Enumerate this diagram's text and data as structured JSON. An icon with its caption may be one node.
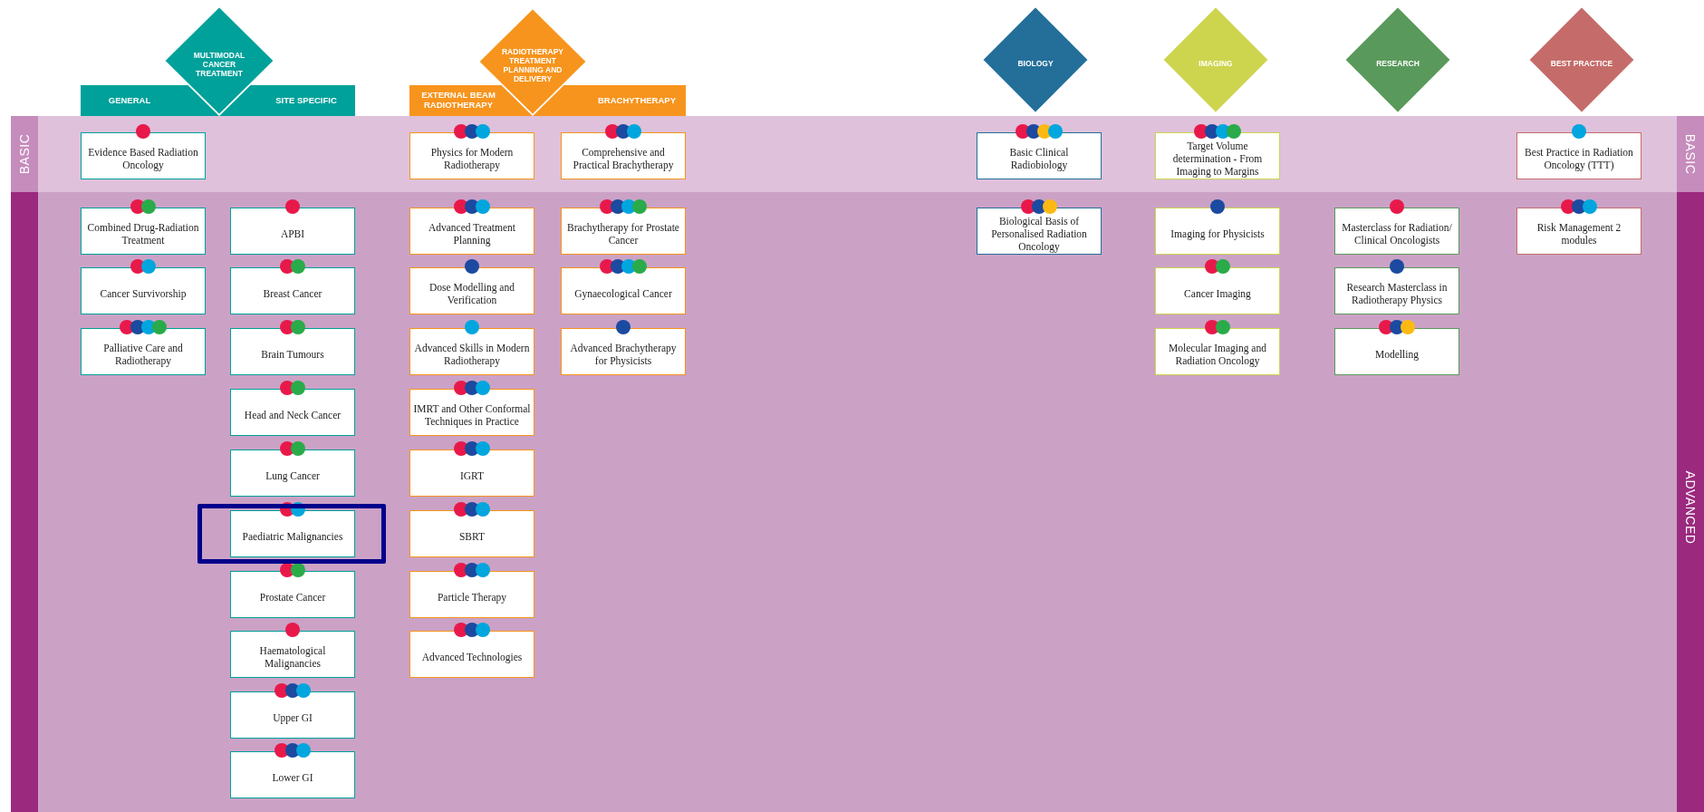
{
  "diagram": {
    "nodes": [
      {
        "text": [
          "MULTIMODAL CANCER TREATMENT"
        ]
      },
      {
        "text": [
          "GENERAL",
          "SITE SPECIFIC"
        ]
      },
      {
        "text": [
          "RADIOTHERAPY TREATMENT PLANNING AND DELIVERY"
        ]
      },
      {
        "text": [
          "EXTERNAL BEAM RADIOTHERAPY",
          "BRACHYTHERAPY"
        ]
      },
      {
        "text": [
          "BIOLOGY"
        ]
      },
      {
        "text": [
          "IMAGING"
        ]
      },
      {
        "text": [
          "RESEARCH"
        ]
      },
      {
        "text": [
          "BEST PRACTICE"
        ]
      },
      {
        "text": [
          "Evidence Based Radiation Oncology"
        ]
      },
      {
        "text": [
          "Physics for Modern Radiotherapy"
        ]
      },
      {
        "text": [
          "Comprehensive and Practical Brachytherapy"
        ]
      },
      {
        "text": [
          "Basic Clinical Radiobiology"
        ]
      },
      {
        "text": [
          "Target Volume determination - From Imaging to Margins"
        ]
      },
      {
        "text": [
          "Best Practice in Radiation Oncology (TTT)"
        ]
      },
      {
        "text": [
          "Combined Drug-Radiation Treatment"
        ]
      },
      {
        "text": [
          "Cancer Survivorship"
        ]
      },
      {
        "text": [
          "Palliative Care and Radiotherapy"
        ]
      },
      {
        "text": [
          "APBI"
        ]
      },
      {
        "text": [
          "Breast Cancer"
        ]
      },
      {
        "text": [
          "Brain Tumours"
        ]
      },
      {
        "text": [
          "Head and Neck Cancer"
        ]
      },
      {
        "text": [
          "Lung Cancer"
        ]
      },
      {
        "text": [
          "Paediatric Malignancies"
        ]
      },
      {
        "text": [
          "Prostate Cancer"
        ]
      },
      {
        "text": [
          "Haematological Malignancies"
        ]
      },
      {
        "text": [
          "Upper GI"
        ]
      },
      {
        "text": [
          "Lower GI"
        ]
      },
      {
        "text": [
          "Advanced Treatment Planning"
        ]
      },
      {
        "text": [
          "Dose Modelling and Verification"
        ]
      },
      {
        "text": [
          "Advanced Skills in Modern Radiotherapy"
        ]
      },
      {
        "text": [
          "IMRT and Other Conformal Techniques in Practice"
        ]
      },
      {
        "text": [
          "IGRT"
        ]
      },
      {
        "text": [
          "SBRT"
        ]
      },
      {
        "text": [
          "Particle Therapy"
        ]
      },
      {
        "text": [
          "Advanced Technologies"
        ]
      },
      {
        "text": [
          "Brachytherapy for Prostate Cancer"
        ]
      },
      {
        "text": [
          "Gynaecological Cancer"
        ]
      },
      {
        "text": [
          "Advanced Brachytherapy for Physicists"
        ]
      },
      {
        "text": [
          "Biological Basis of Personalised Radiation Oncology"
        ]
      },
      {
        "text": [
          "Imaging for Physicists"
        ]
      },
      {
        "text": [
          "Cancer Imaging"
        ]
      },
      {
        "text": [
          "Molecular Imaging and Radiation Oncology"
        ]
      },
      {
        "text": [
          "Masterclass for Radiation/ Clinical Oncologists"
        ]
      },
      {
        "text": [
          "Research Masterclass in Radiotherapy Physics"
        ]
      },
      {
        "text": [
          "Modelling"
        ]
      },
      {
        "text": [
          "Risk Management 2 modules"
        ]
      }
    ],
    "labels": [
      "BASIC",
      "BASIC",
      "ADVANCED"
    ]
  }
}
